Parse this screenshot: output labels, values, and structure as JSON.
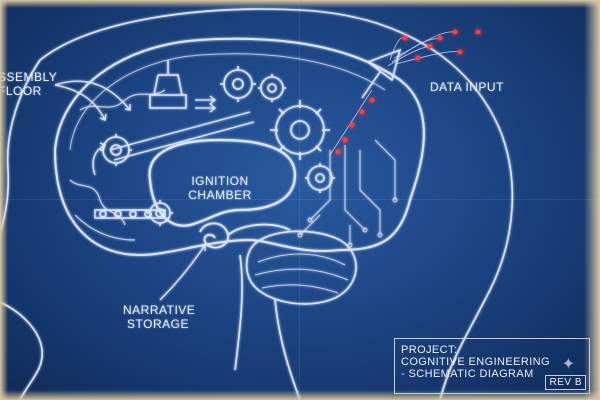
{
  "labels": {
    "assembly_floor": [
      "SSEMBLY",
      "FLOOR"
    ],
    "ignition_chamber": [
      "IGNITION",
      "CHAMBER"
    ],
    "data_input": "DATA INPUT",
    "narrative_storage": [
      "NARRATIVE",
      "STORAGE"
    ]
  },
  "title_block": {
    "lines": [
      "PROJECT:",
      "COGNITIVE ENGINEERING",
      "- SCHEMATIC DIAGRAM"
    ],
    "revision": "REV B"
  },
  "colors": {
    "paper_blue": "#1d4584",
    "ink": "#e8f1ff",
    "data_dot": "#ff3b3b"
  }
}
